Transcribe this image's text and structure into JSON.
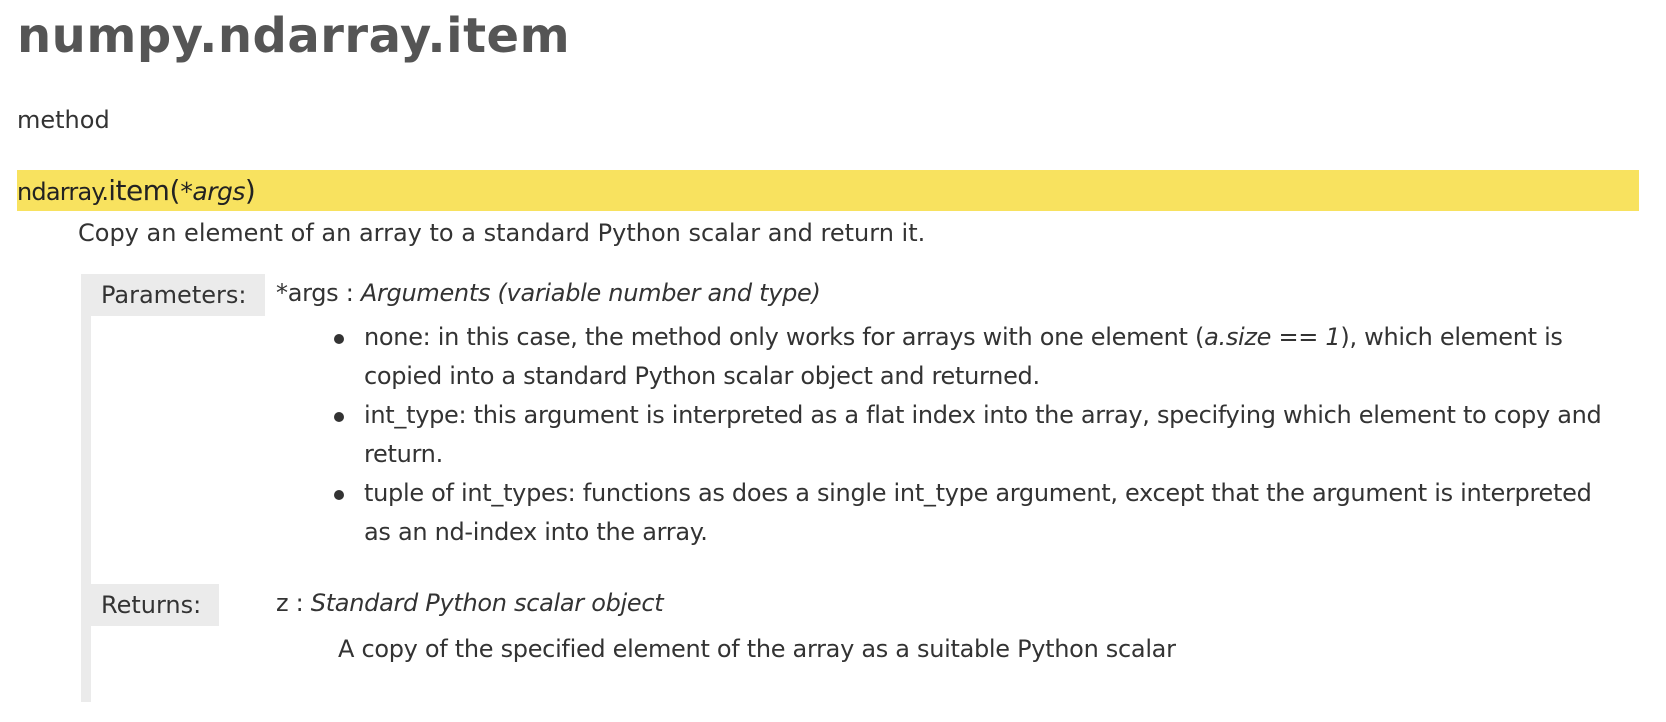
{
  "title": "numpy.ndarray.item",
  "kind": "method",
  "signature": {
    "class_prefix": "ndarray.",
    "name": "item",
    "open_paren": "(",
    "args": "*args",
    "close_paren": ")"
  },
  "summary": "Copy an element of an array to a standard Python scalar and return it.",
  "parameters": {
    "label": "Parameters:",
    "name": "*args",
    "separator": " : ",
    "type": "Arguments (variable number and type)",
    "items": [
      {
        "text_before": "none: in this case, the method only works for arrays with one element (",
        "emphasis": "a.size == 1",
        "text_after": "), which element is copied into a standard Python scalar object and returned."
      },
      {
        "text": "int_type: this argument is interpreted as a flat index into the array, specifying which element to copy and return."
      },
      {
        "text": "tuple of int_types: functions as does a single int_type argument, except that the argument is inter­preted as an nd-index into the array."
      }
    ]
  },
  "returns": {
    "label": "Returns:",
    "name": "z",
    "separator": " : ",
    "type": "Standard Python scalar object",
    "description": "A copy of the specified element of the array as a suitable Python scalar"
  }
}
